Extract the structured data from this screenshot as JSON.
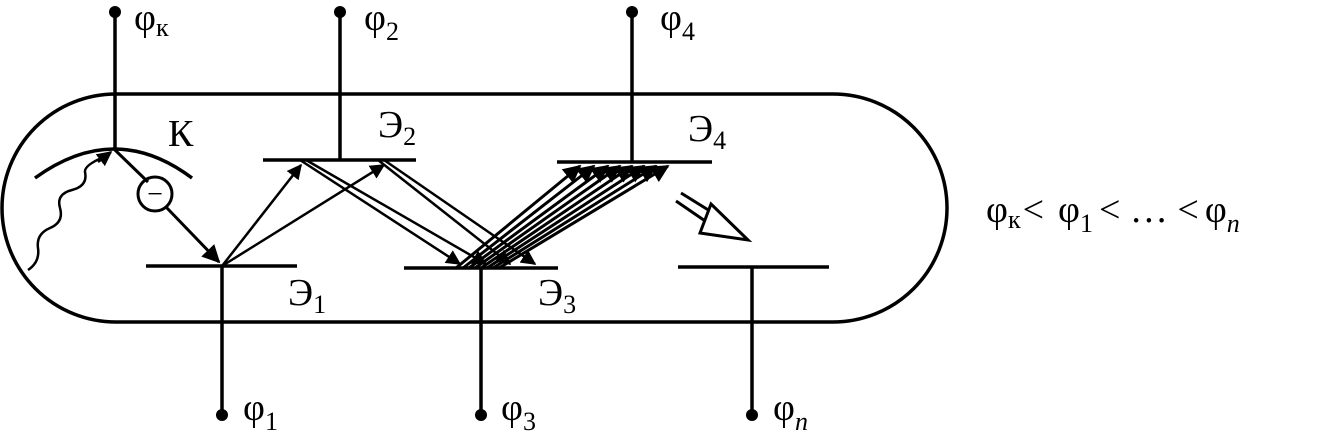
{
  "labels": {
    "cathode": "К",
    "e1_main": "Э",
    "e1_sub": "1",
    "e2_main": "Э",
    "e2_sub": "2",
    "e3_main": "Э",
    "e3_sub": "3",
    "e4_main": "Э",
    "e4_sub": "4",
    "electron_sign": "−"
  },
  "terminals": {
    "pk_main": "φ",
    "pk_sub": "к",
    "p1_main": "φ",
    "p1_sub": "1",
    "p2_main": "φ",
    "p2_sub": "2",
    "p3_main": "φ",
    "p3_sub": "3",
    "p4_main": "φ",
    "p4_sub": "4",
    "pn_main": "φ",
    "pn_sub": "n"
  },
  "relation": {
    "a_main": "φ",
    "a_sub": "к",
    "lt1": "<",
    "b_main": "φ",
    "b_sub": "1",
    "lt2": "< … <",
    "c_main": "φ",
    "c_sub": "n"
  },
  "colors": {
    "ink": "#000000",
    "background": "#ffffff"
  }
}
